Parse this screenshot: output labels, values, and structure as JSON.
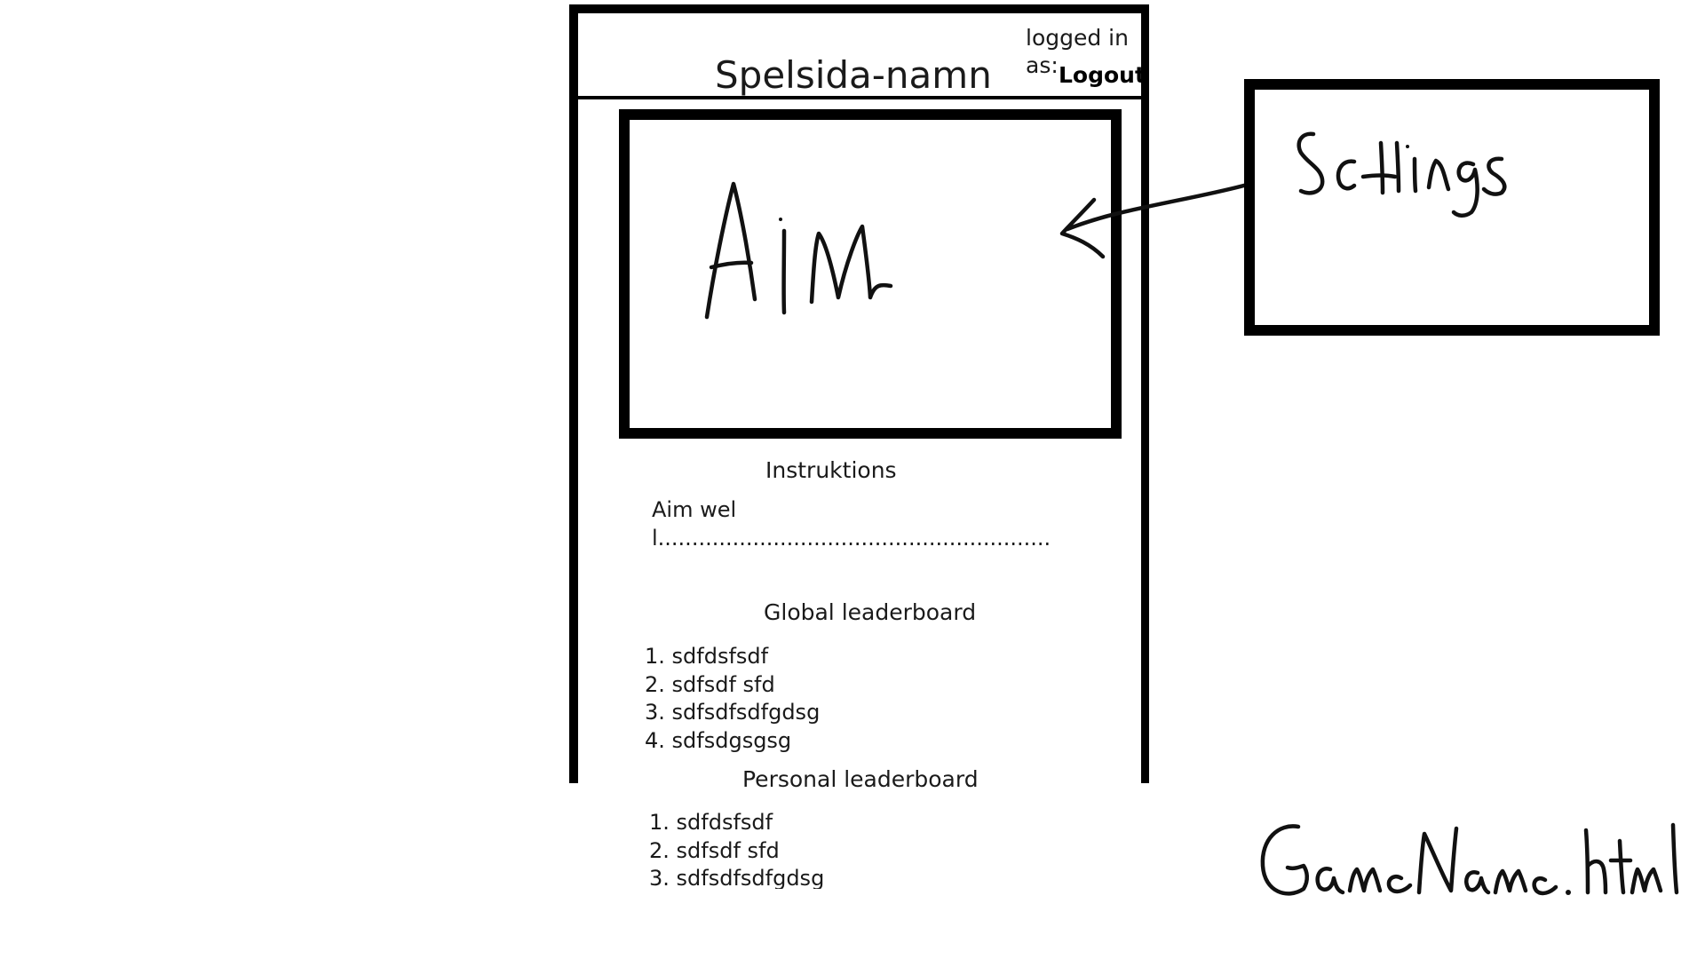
{
  "header": {
    "site_title": "Spelsida-namn",
    "login_line1": "logged in",
    "login_line2": "as:",
    "logout_label": "Logout"
  },
  "game_area": {
    "handwritten_label": "Aim"
  },
  "settings_panel": {
    "handwritten_label": "Settings"
  },
  "instructions": {
    "heading": "Instruktions",
    "text": "Aim well.........................................................."
  },
  "global_leaderboard": {
    "heading": "Global leaderboard",
    "entries": [
      "1. sdfdsfsdf",
      "2. sdfsdf sfd",
      "3. sdfsdfsdfgdsg",
      "4. sdfsdgsgsg"
    ]
  },
  "personal_leaderboard": {
    "heading": "Personal  leaderboard",
    "entries": [
      "1. sdfdsfsdf",
      "2. sdfsdf sfd",
      "3. sdfsdfsdfgdsg"
    ]
  },
  "annotations": {
    "filename": "GameName.html"
  },
  "icons": {
    "pointer": "arrow-icon"
  }
}
